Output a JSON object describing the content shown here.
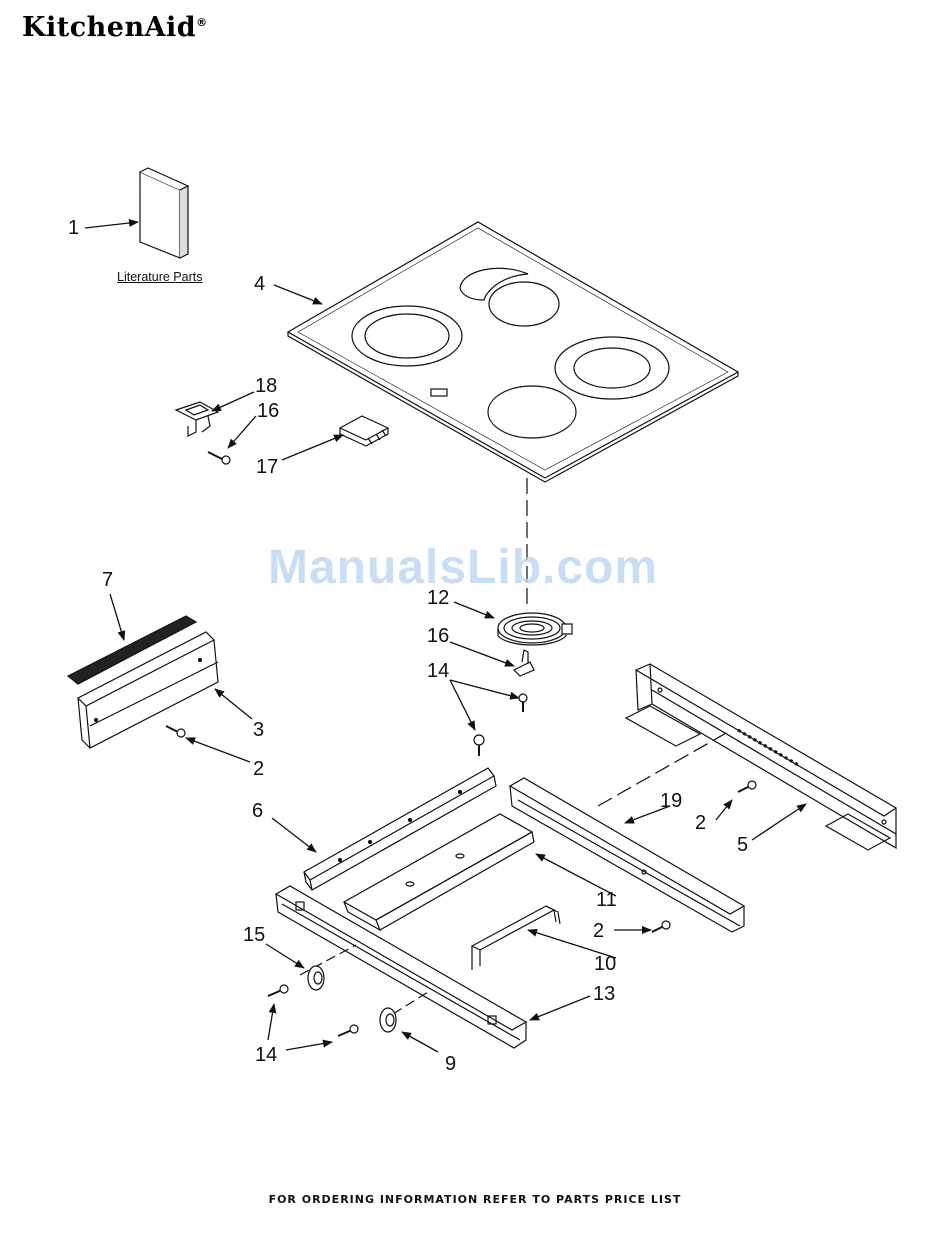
{
  "brand": {
    "name": "KitchenAid",
    "mark": "®"
  },
  "watermark": "ManualsLib.com",
  "literature_label": "Literature Parts",
  "footer": "FOR ORDERING INFORMATION REFER TO PARTS PRICE LIST",
  "callouts": {
    "c1": "1",
    "c4": "4",
    "c18": "18",
    "c16a": "16",
    "c17": "17",
    "c7": "7",
    "c3": "3",
    "c2a": "2",
    "c12": "12",
    "c16b": "16",
    "c14a": "14",
    "c6": "6",
    "c19": "19",
    "c2b": "2",
    "c5": "5",
    "c11": "11",
    "c2c": "2",
    "c10": "10",
    "c15": "15",
    "c13": "13",
    "c14b": "14",
    "c9": "9"
  }
}
